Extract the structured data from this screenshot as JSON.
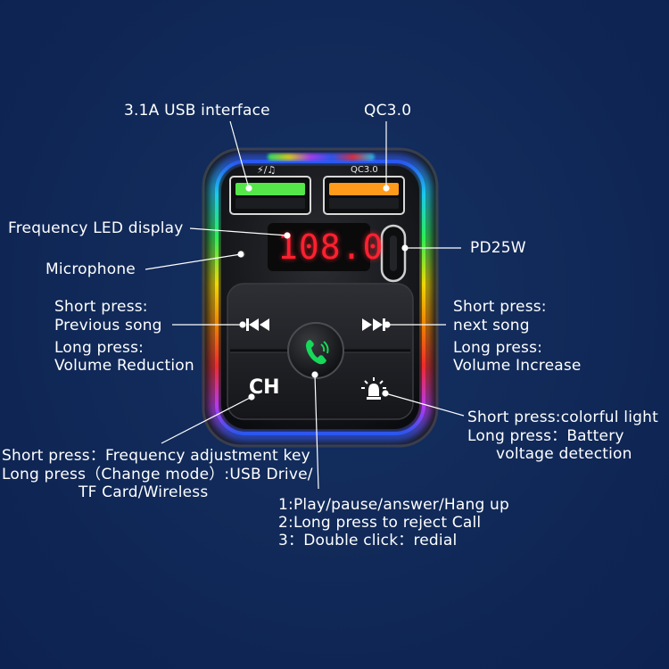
{
  "device": {
    "usb_port_icon": "⚡/♫",
    "qc_port_label": "QC3.0",
    "display_value": "108.0",
    "ch_label": "CH",
    "glow_colors": [
      "#ff2b2b",
      "#ff8a00",
      "#ffe600",
      "#2bff5a",
      "#19d6ff",
      "#2b5bff",
      "#c23bff"
    ],
    "usb_port_color": "#55e64a",
    "qc_port_color": "#ff9a1a",
    "display_color": "#ff2030",
    "phone_icon_color": "#17d85a"
  },
  "callouts": {
    "usb": "3.1A USB interface",
    "qc": "QC3.0",
    "freq_display": "Frequency LED display",
    "pd": "PD25W",
    "mic": "Microphone",
    "prev": [
      "Short press:",
      "Previous song",
      "Long press:",
      "Volume Reduction"
    ],
    "next": [
      "Short press:",
      "next song",
      "Long press:",
      "Volume Increase"
    ],
    "light": [
      "Short press:colorful light",
      "Long press：Battery",
      "voltage detection"
    ],
    "ch": [
      "Short press：Frequency adjustment key",
      "Long press（Change mode）:USB Drive/",
      "TF Card/Wireless"
    ],
    "phone": [
      "1:Play/pause/answer/Hang up",
      "2:Long press to reject Call",
      "3：Double click：redial"
    ]
  }
}
